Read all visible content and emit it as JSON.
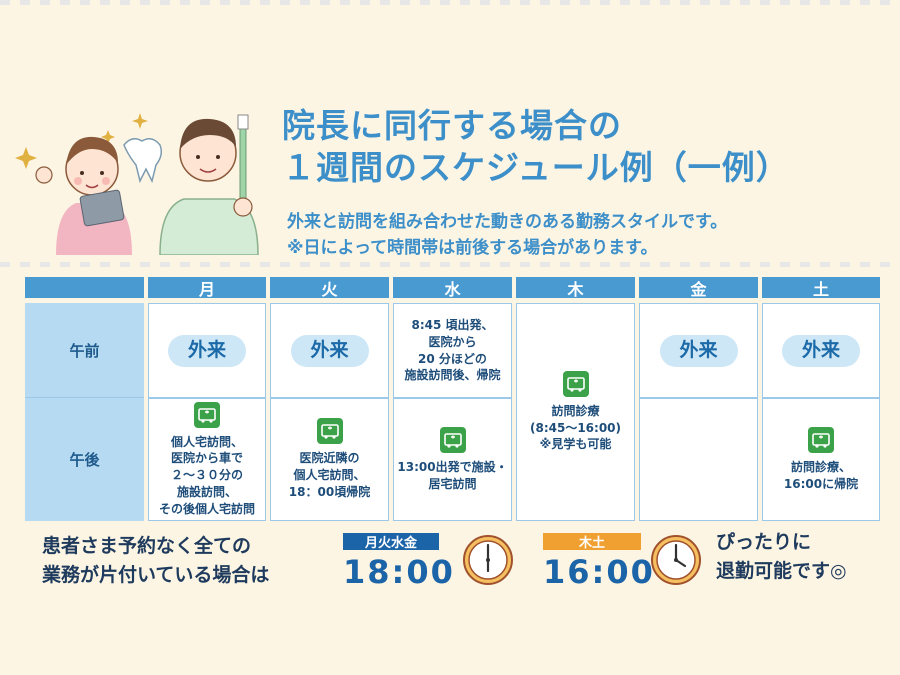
{
  "title": {
    "line1": "院長に同行する場合の",
    "line2": "１週間のスケジュール例（一例）"
  },
  "subtitle": {
    "line1": "外来と訪問を組み合わせた動きのある勤務スタイルです。",
    "line2": "※日によって時間帯は前後する場合があります。"
  },
  "colors": {
    "header": "#4a9ad2",
    "row_label": "#b5daf2",
    "text": "#3d8fc9",
    "badge_orange": "#f0a030"
  },
  "schedule": {
    "days": [
      "月",
      "火",
      "水",
      "木",
      "金",
      "土"
    ],
    "rows": [
      "午前",
      "午後"
    ],
    "outpatient_label": "外来",
    "van_icon": "van-icon",
    "wed_am": "8:45 頃出発、\n医院から\n20 分ほどの\n施設訪問後、帰院",
    "mon_pm": "個人宅訪問、\n医院から車で\n２～３０分の\n施設訪問、\nその後個人宅訪問",
    "tue_pm": "医院近隣の\n個人宅訪問、\n18：00頃帰院",
    "wed_pm": "13:00出発で施設・\n居宅訪問",
    "thu_all": "訪問診療\n(8:45～16:00)\n※見学も可能",
    "sat_pm": "訪問診療、\n16:00に帰院"
  },
  "footer": {
    "note": "患者さま予約なく全ての\n業務が片付いている場合は",
    "group1_days": "月火水金",
    "group1_time": "18:00",
    "group2_days": "木土",
    "group2_time": "16:00",
    "end_text": "ぴったりに\n退勤可能です◎",
    "clock_icon": "clock-icon"
  }
}
